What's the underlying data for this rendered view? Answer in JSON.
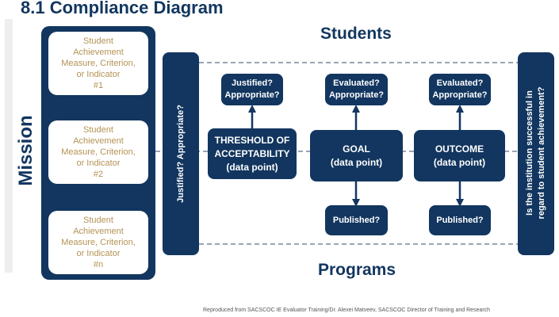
{
  "title": "8.1 Compliance Diagram",
  "mission_label": "Mission",
  "measures": [
    {
      "line1": "Student",
      "line2": "Achievement",
      "line3": "Measure, Criterion,",
      "line4": "or Indicator",
      "line5": "#1"
    },
    {
      "line1": "Student",
      "line2": "Achievement",
      "line3": "Measure, Criterion,",
      "line4": "or Indicator",
      "line5": "#2"
    },
    {
      "line1": "Student",
      "line2": "Achievement",
      "line3": "Measure, Criterion,",
      "line4": "or Indicator",
      "line5": "#n"
    }
  ],
  "left_bar_text": "Justified? Appropriate?",
  "right_bar_line1": "Is the institution successful in",
  "right_bar_line2": "regard to student achievement?",
  "students_label": "Students",
  "programs_label": "Programs",
  "threshold": {
    "question1": "Justified?",
    "question2": "Appropriate?",
    "line1": "THRESHOLD OF",
    "line2": "ACCEPTABILITY",
    "line3": "(data point)"
  },
  "goal": {
    "question1": "Evaluated?",
    "question2": "Appropriate?",
    "line1": "GOAL",
    "line2": "(data point)",
    "published": "Published?"
  },
  "outcome": {
    "question1": "Evaluated?",
    "question2": "Appropriate?",
    "line1": "OUTCOME",
    "line2": "(data point)",
    "published": "Published?"
  },
  "footer": "Reproduced from SACSCOC IE Evaluator Training/Dr. Alexei Matveev, SACSCOC Director of Training and Research",
  "colors": {
    "navy": "#12365f",
    "gold": "#b49254"
  }
}
